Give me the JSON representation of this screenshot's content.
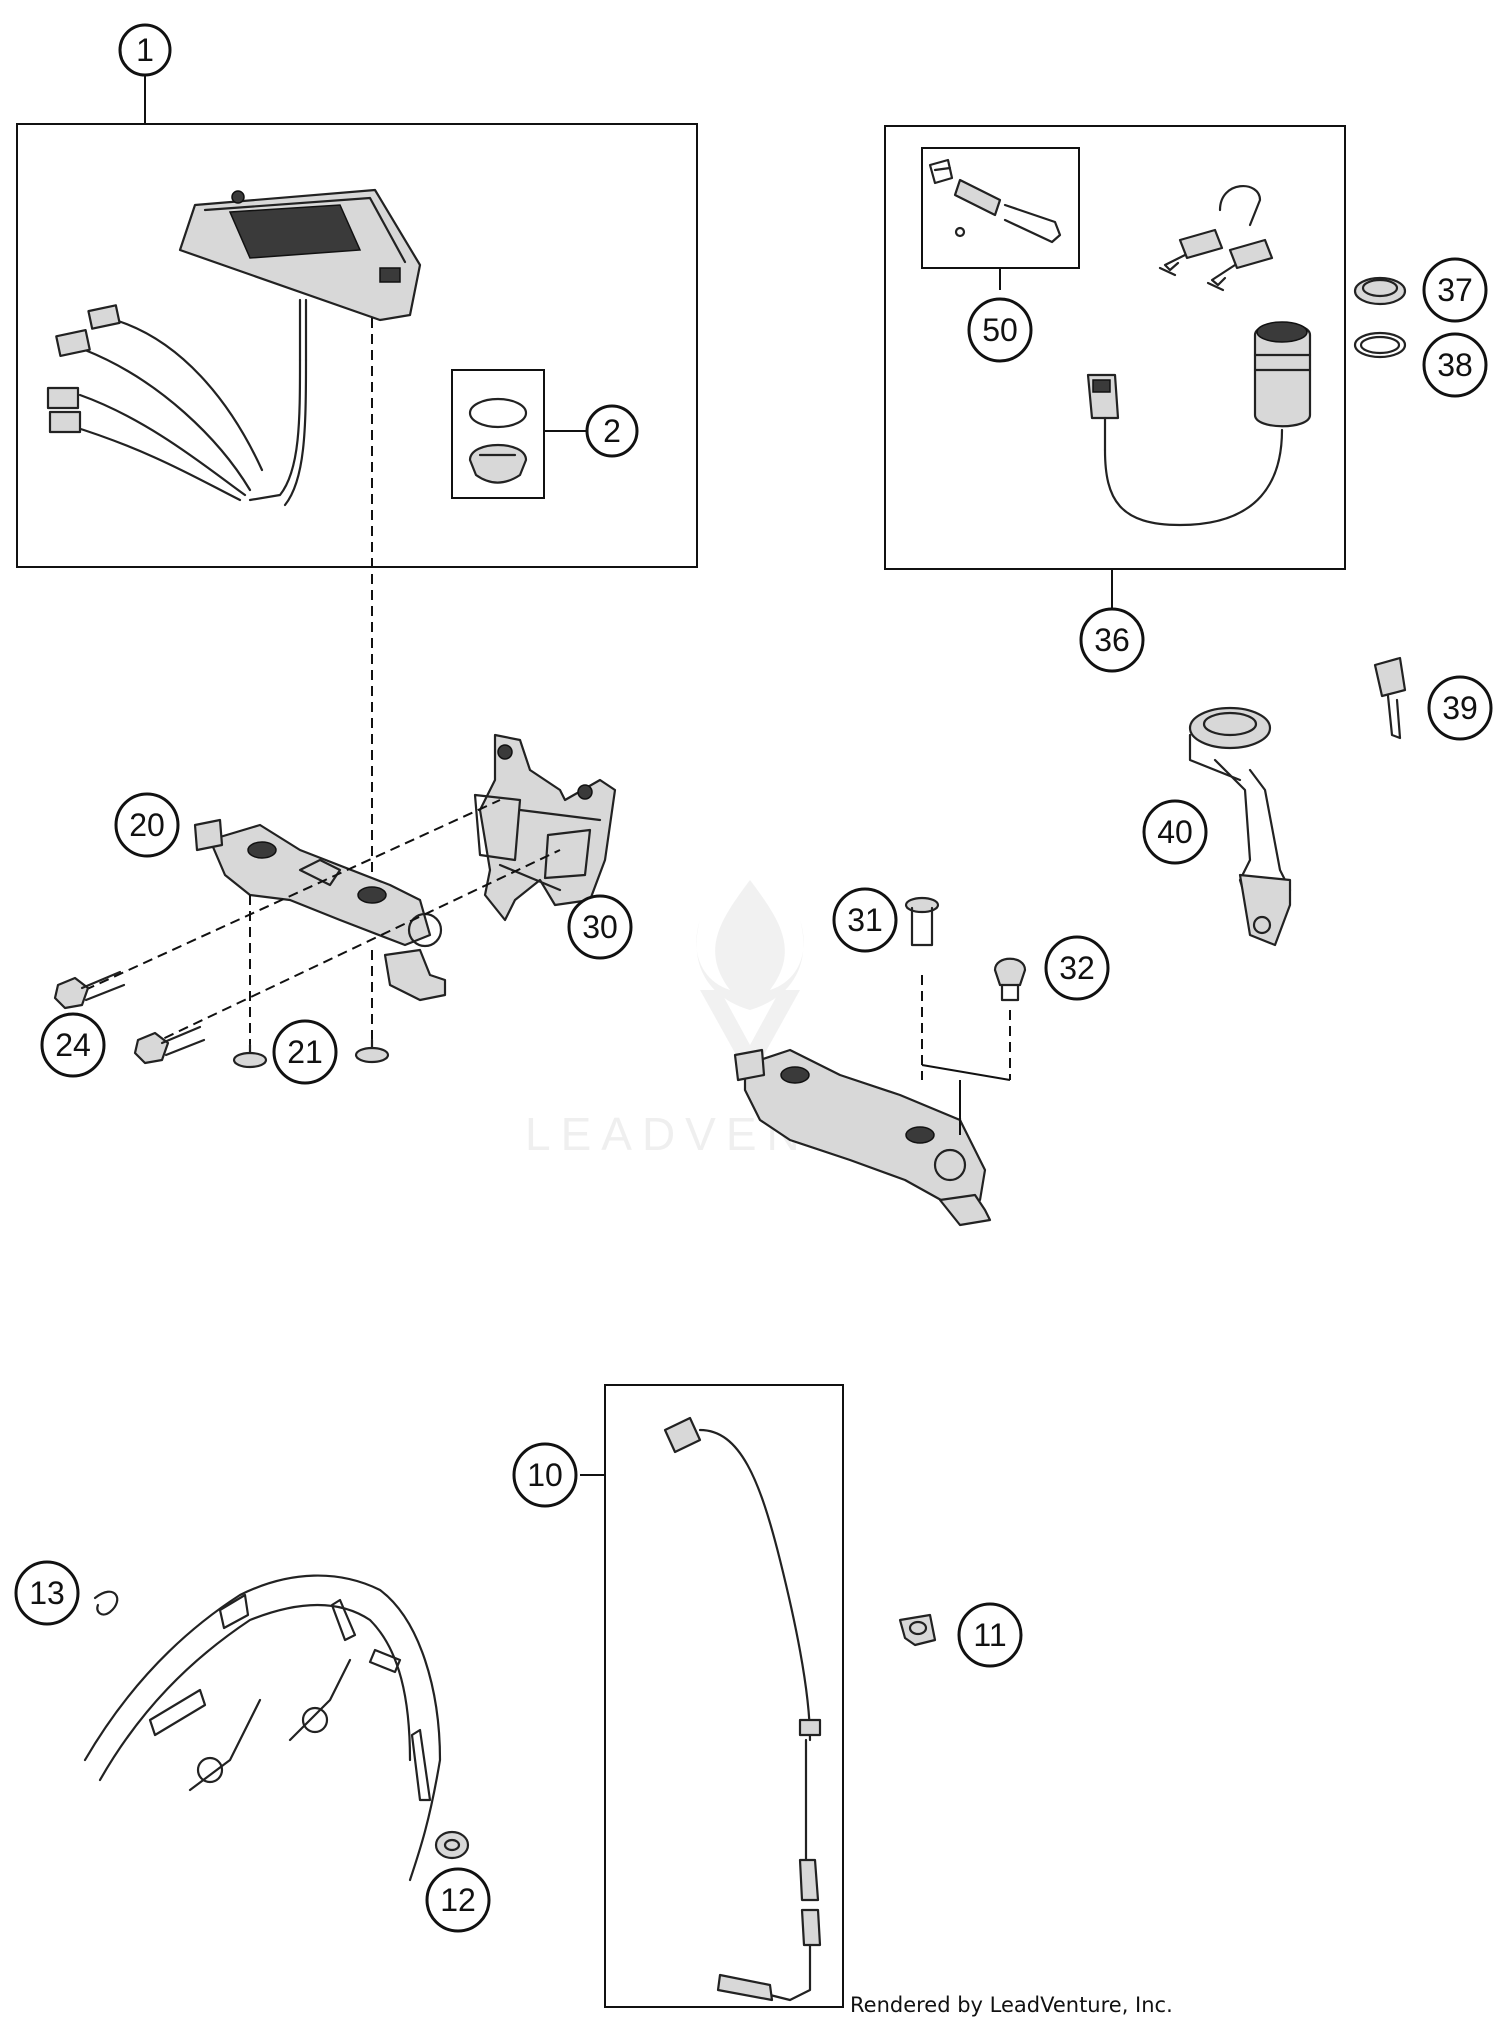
{
  "callouts": {
    "c1": "1",
    "c2": "2",
    "c10": "10",
    "c11": "11",
    "c12": "12",
    "c13": "13",
    "c20": "20",
    "c21": "21",
    "c24": "24",
    "c30": "30",
    "c31": "31",
    "c32": "32",
    "c36": "36",
    "c37": "37",
    "c38": "38",
    "c39": "39",
    "c40": "40",
    "c50": "50"
  },
  "watermark": "LEADVENTURE",
  "credit": "Rendered by LeadVenture, Inc."
}
